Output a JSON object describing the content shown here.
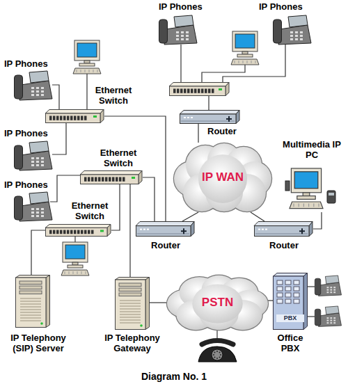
{
  "diagram": {
    "caption": "Diagram No. 1",
    "nodes": [
      {
        "text": [
          "Router"
        ]
      },
      {
        "text": [
          "Ethernet Switch"
        ]
      },
      {
        "text": [
          "Ethernet Switch"
        ]
      },
      {
        "text": [
          "IP WAN"
        ]
      },
      {
        "text": [
          "Multimedia IP PC"
        ]
      },
      {
        "text": [
          "Ethernet Switch"
        ]
      },
      {
        "text": [
          "Router"
        ]
      },
      {
        "text": [
          "Router"
        ]
      },
      {
        "text": [
          "PSTN"
        ]
      },
      {
        "text": [
          "PBX",
          "Office PBX"
        ]
      },
      {
        "text": [
          "IP Telephony (SIP) Server"
        ]
      },
      {
        "text": [
          "IP Telephony Gateway"
        ]
      }
    ],
    "edges": [
      {
        "from": 1,
        "to": 6,
        "arrow": "none"
      },
      {
        "from": 2,
        "to": 6,
        "arrow": "none"
      },
      {
        "from": 2,
        "to": 5,
        "arrow": "none"
      },
      {
        "from": 2,
        "to": 11,
        "arrow": "none"
      },
      {
        "from": 6,
        "to": 3,
        "arrow": "none"
      },
      {
        "from": 3,
        "to": 0,
        "arrow": "none"
      },
      {
        "from": 3,
        "to": 7,
        "arrow": "none"
      },
      {
        "from": 7,
        "to": 4,
        "arrow": "none"
      },
      {
        "from": 11,
        "to": 8,
        "arrow": "none"
      },
      {
        "from": 8,
        "to": 9,
        "arrow": "none"
      },
      {
        "from": 5,
        "to": 10,
        "arrow": "none"
      }
    ],
    "labels": [
      "IP Phones",
      "IP Phones",
      "IP Phones",
      "IP Phones",
      "IP Phones"
    ]
  }
}
